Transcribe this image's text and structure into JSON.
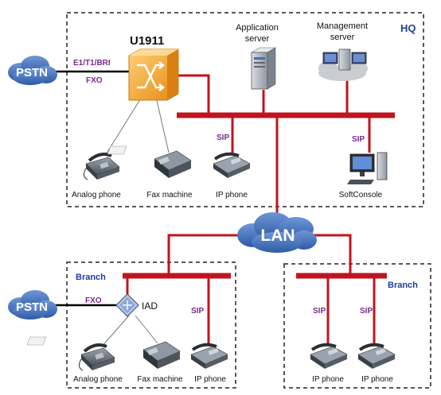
{
  "zones": {
    "hq": "HQ",
    "branch_left": "Branch",
    "branch_right": "Branch"
  },
  "clouds": {
    "pstn_top": "PSTN",
    "pstn_bottom": "PSTN",
    "lan": "LAN"
  },
  "devices": {
    "u1911": "U1911",
    "iad": "IAD",
    "app_server": [
      "Application",
      "server"
    ],
    "mgmt_server": [
      "Management",
      "server"
    ]
  },
  "links": {
    "trunk_line1": "E1/T1/BRI",
    "trunk_line2": "FXO",
    "branch_fxo": "FXO",
    "sip": "SIP"
  },
  "endpoints": {
    "hq_analog": "Analog phone",
    "hq_fax": "Fax machine",
    "hq_ip": "IP phone",
    "softconsole": "SoftConsole",
    "br_analog": "Analog phone",
    "br_fax": "Fax machine",
    "br_ip": "IP phone",
    "br2_ip1": "IP phone",
    "br2_ip2": "IP phone"
  },
  "colors": {
    "bus": "#c0141e",
    "zone_label": "#1f3f9a",
    "link_label": "#7a2a8c",
    "cloud": "#3f6db3",
    "u1911": "#f2a93b"
  }
}
